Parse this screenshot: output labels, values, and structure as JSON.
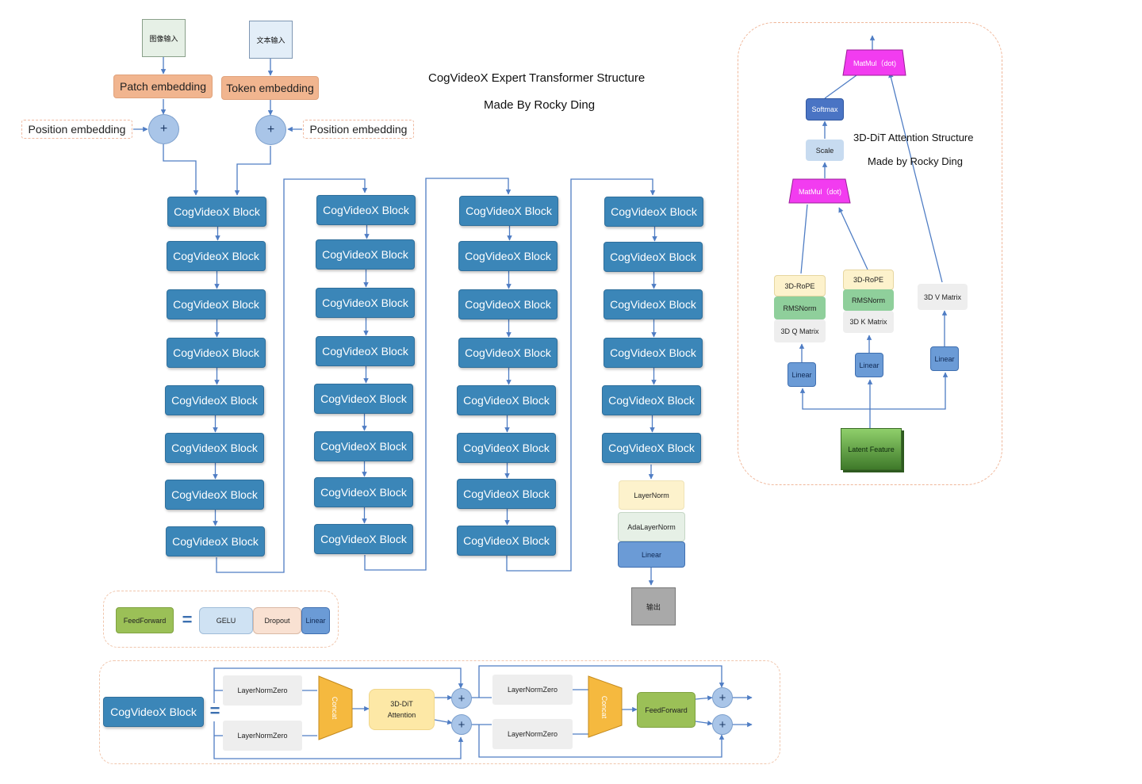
{
  "header": {
    "title": "CogVideoX  Expert Transformer Structure",
    "author": "Made By Rocky Ding"
  },
  "inputs": {
    "image_input": "图像输入",
    "text_input": "文本输入",
    "patch_embedding": "Patch embedding",
    "token_embedding": "Token embedding",
    "position_embedding_left": "Position embedding",
    "position_embedding_right": "Position embedding",
    "plus": "+"
  },
  "blocks": {
    "block_label": "CogVideoX Block",
    "columns": [
      {
        "count": 8
      },
      {
        "count": 8
      },
      {
        "count": 8
      },
      {
        "count": 6
      }
    ]
  },
  "output_head": {
    "layernorm": "LayerNorm",
    "adalayernorm": "AdaLayerNorm",
    "linear": "Linear",
    "output": "输出"
  },
  "feedforward_legend": {
    "feedforward": "FeedForward",
    "equals": "=",
    "gelu": "GELU",
    "dropout": "Dropout",
    "linear": "Linear"
  },
  "block_detail": {
    "block": "CogVideoX Block",
    "equals": "=",
    "layernormzero_1": "LayerNormZero",
    "layernormzero_2": "LayerNormZero",
    "layernormzero_3": "LayerNormZero",
    "layernormzero_4": "LayerNormZero",
    "concat_1": "Concat",
    "concat_2": "Concat",
    "attention": "3D-DiT\nAttention",
    "feedforward": "FeedForward",
    "plus": "+"
  },
  "attention_panel": {
    "title": "3D-DiT Attention Structure",
    "author": "Made by Rocky Ding",
    "matmul_top": "MatMul（dot)",
    "softmax": "Softmax",
    "scale": "Scale",
    "matmul_bottom": "MatMul（dot)",
    "rope_q": "3D-RoPE",
    "rope_k": "3D-RoPE",
    "rmsnorm_q": "RMSNorm",
    "rmsnorm_k": "RMSNorm",
    "q_matrix": "3D Q Matrix",
    "k_matrix": "3D K Matrix",
    "v_matrix": "3D V Matrix",
    "linear_q": "Linear",
    "linear_k": "Linear",
    "linear_v": "Linear",
    "latent": "Latent Feature"
  },
  "colors": {
    "block": "#3b86b8",
    "embedding": "#f1b58f",
    "plus": "#a9c5e8",
    "matmul": "#f23cf0",
    "softmax": "#4a74c4",
    "scale": "#c7dbf0",
    "rope": "#fdf2cc",
    "rmsnorm": "#8fcf9b",
    "matrix": "#eeeeee",
    "linear": "#6b9bd6",
    "latent": "#5f9a45",
    "feedforward": "#9bc057",
    "gelu": "#cfe2f3",
    "dropout": "#f9e1d2",
    "concat": "#f5b93f",
    "attention": "#fde8a6",
    "output": "#a9a9a9",
    "arrows": "#4f7dc4"
  }
}
